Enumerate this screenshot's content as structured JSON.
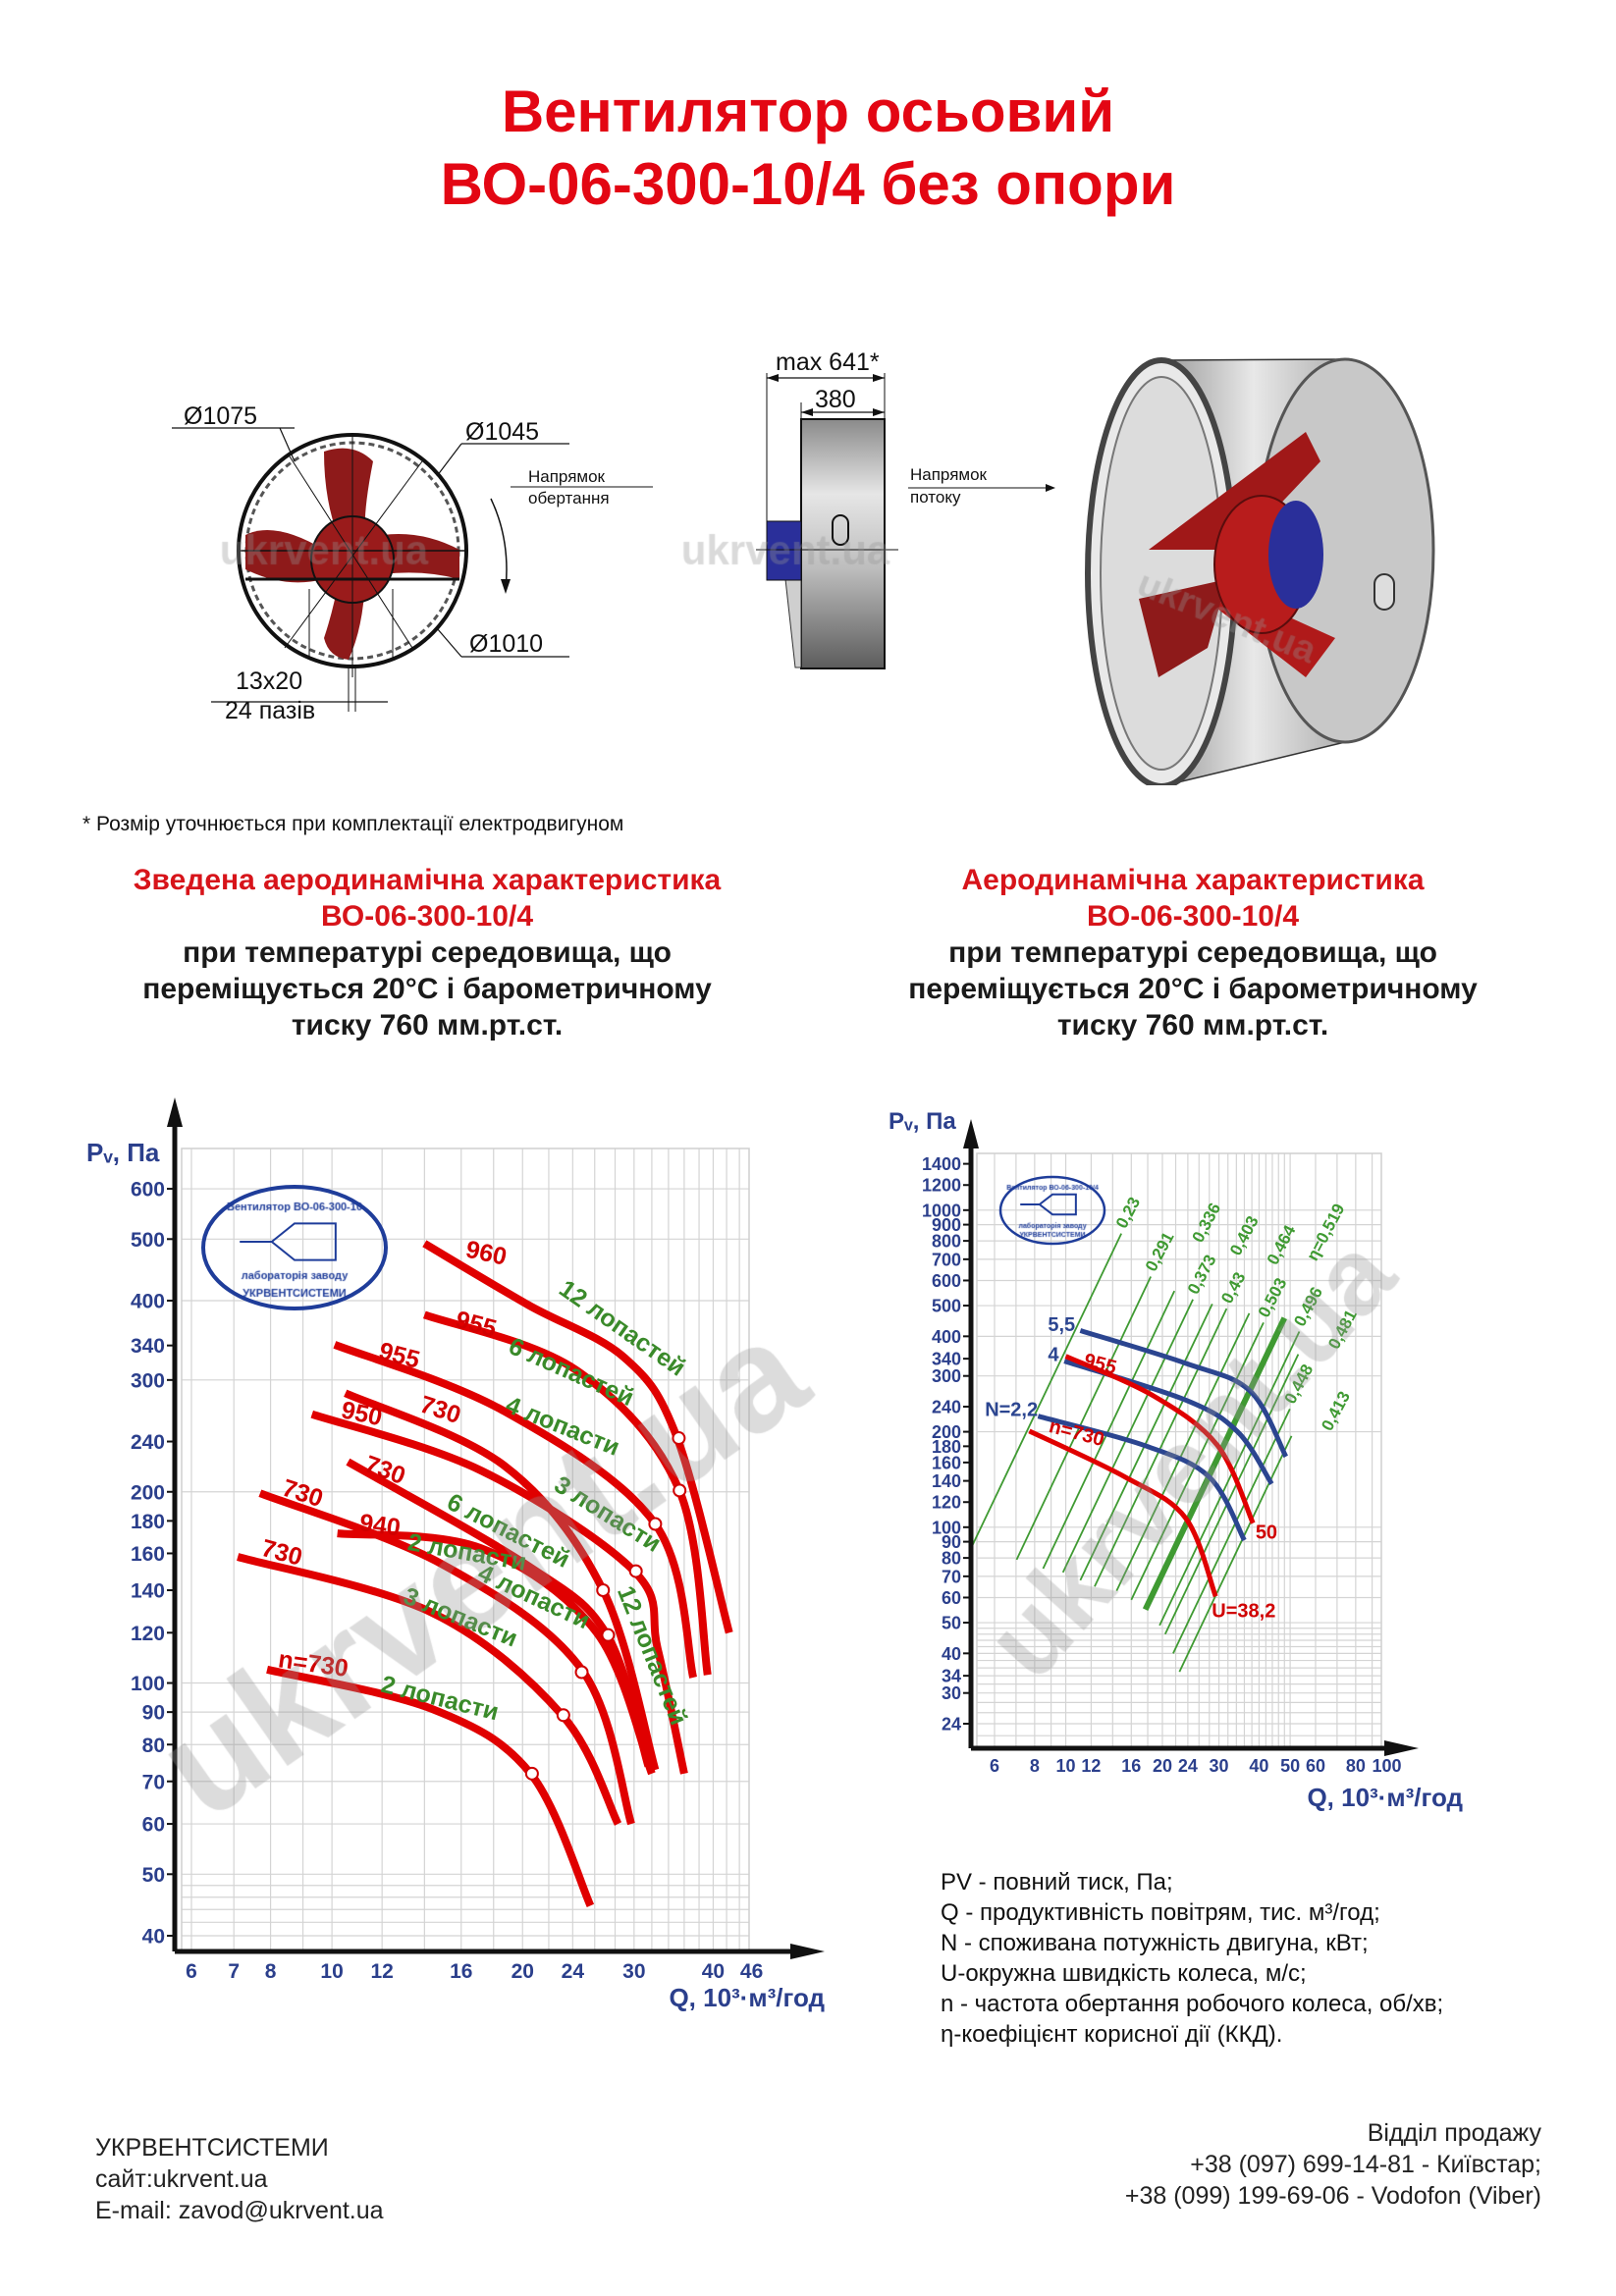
{
  "title": {
    "line1": "Вентилятор осьовий",
    "line2": "ВО-06-300-10/4 без опори"
  },
  "drawings": {
    "front": {
      "d1": "Ø1075",
      "d2": "Ø1045",
      "d3": "Ø1010",
      "slot_size": "13x20",
      "slot_count": "24 пазів",
      "rotation_label_1": "Напрямок",
      "rotation_label_2": "обертання"
    },
    "side": {
      "max_length": "max 641*",
      "length": "380",
      "flow_label_1": "Напрямок",
      "flow_label_2": "потоку"
    },
    "watermark": "ukrvent.ua",
    "colors": {
      "blade": "#8e1a1a",
      "housing": "#b5b5b5",
      "motor": "#2a2f9a"
    }
  },
  "footnote": "* Розмір уточнюється при комплектації електродвигуном",
  "left_heading": {
    "l1": "Зведена аеродинамічна характеристика",
    "l2": "ВО-06-300-10/4",
    "l3": "при температурі середовища, що",
    "l4": "переміщується 20°С і барометричному",
    "l5": "тиску 760 мм.рт.ст."
  },
  "right_heading": {
    "l1": "Аеродинамічна характеристика",
    "l2": "ВО-06-300-10/4",
    "l3": "при температурі середовища, що",
    "l4": "переміщується 20°С і барометричному",
    "l5": "тиску 760 мм.рт.ст."
  },
  "chart_data": [
    {
      "type": "line",
      "title": "Зведена аеродинамічна характеристика ВО-06-300-10/4",
      "xlabel": "Q, 10³·м³/год",
      "ylabel": "Pᵥ, Па",
      "xscale": "log",
      "yscale": "log",
      "xlim": [
        5.7,
        47
      ],
      "ylim": [
        38,
        700
      ],
      "grid": true,
      "xticks": [
        6,
        7,
        8,
        10,
        12,
        16,
        20,
        24,
        30,
        40,
        46
      ],
      "yticks": [
        40,
        50,
        60,
        70,
        80,
        90,
        100,
        120,
        140,
        160,
        180,
        200,
        240,
        300,
        340,
        400,
        500,
        600
      ],
      "logo": [
        "Вентилятор ВО-06-300-10",
        "лабораторія заводу",
        "УКРВЕНТСИСТЕМИ"
      ],
      "watermark": "ukrvent.ua",
      "series": [
        {
          "name": "960 об/хв, 12 лопастей",
          "color": "#e00000",
          "points": [
            [
              14.0,
              492
            ],
            [
              20.4,
              394
            ],
            [
              29,
              325
            ],
            [
              35.1,
              243
            ],
            [
              42.4,
              120
            ]
          ]
        },
        {
          "name": "955 об/хв, 6 лопастей",
          "color": "#e00000",
          "points": [
            [
              14.0,
              380
            ],
            [
              24.3,
              311
            ],
            [
              35.3,
              202
            ],
            [
              39.2,
              103
            ]
          ]
        },
        {
          "name": "955 об/хв, 4 лопасти",
          "color": "#e00000",
          "points": [
            [
              10.1,
              341
            ],
            [
              18.7,
              268
            ],
            [
              32.4,
              178
            ],
            [
              37.2,
              102
            ]
          ]
        },
        {
          "name": "950 об/хв, 3 лопасти",
          "color": "#e00000",
          "points": [
            [
              9.3,
              265
            ],
            [
              17.2,
              216
            ],
            [
              30,
              150
            ],
            [
              32.7,
              113
            ],
            [
              36,
              72
            ]
          ]
        },
        {
          "name": "730 об/хв, 12 лопастей",
          "color": "#e00000",
          "points": [
            [
              10.5,
              286
            ],
            [
              18.7,
              220
            ],
            [
              26.8,
              140
            ],
            [
              32.4,
              73
            ]
          ]
        },
        {
          "name": "730 об/хв, 6 лопастей",
          "color": "#e00000",
          "points": [
            [
              10.6,
              223
            ],
            [
              20.4,
              153
            ],
            [
              27.2,
              119
            ],
            [
              31.6,
              74
            ]
          ]
        },
        {
          "name": "940 об/хв, 2 лопасти",
          "color": "#e00000",
          "points": [
            [
              10.2,
              172
            ],
            [
              17.2,
              163
            ],
            [
              26.2,
              120
            ],
            [
              32,
              72
            ]
          ]
        },
        {
          "name": "730 об/хв, 4 лопасти",
          "color": "#e00000",
          "points": [
            [
              7.7,
              199
            ],
            [
              14.9,
              154
            ],
            [
              24.8,
              105
            ],
            [
              29.7,
              60
            ]
          ]
        },
        {
          "name": "730 об/хв, 3 лопасти",
          "color": "#e00000",
          "points": [
            [
              7.1,
              158
            ],
            [
              14.4,
              129
            ],
            [
              23.1,
              89
            ],
            [
              28.3,
              60
            ]
          ]
        },
        {
          "name": "730 об/хв, 2 лопасти",
          "color": "#e00000",
          "points": [
            [
              7.9,
              105
            ],
            [
              14.4,
              91
            ],
            [
              20.6,
              72
            ],
            [
              25.6,
              44.6
            ]
          ]
        }
      ],
      "markers": [
        [
          35.3,
          243
        ],
        [
          35.4,
          201
        ],
        [
          32.4,
          178
        ],
        [
          30.2,
          150
        ],
        [
          26.8,
          140
        ],
        [
          27.3,
          119
        ],
        [
          24.8,
          104
        ],
        [
          23.2,
          89
        ],
        [
          20.7,
          72
        ]
      ],
      "labels": [
        {
          "text": "960",
          "color": "#d00000",
          "at": [
            16.2,
            469
          ]
        },
        {
          "text": "12 лопастей",
          "color": "#3a8a2a",
          "at": [
            22.7,
            412
          ]
        },
        {
          "text": "955",
          "color": "#d00000",
          "at": [
            15.6,
            364
          ]
        },
        {
          "text": "6 лопастей",
          "color": "#3a8a2a",
          "at": [
            18.9,
            332
          ]
        },
        {
          "text": "955",
          "color": "#d00000",
          "at": [
            11.8,
            325
          ]
        },
        {
          "text": "4 лопасти",
          "color": "#3a8a2a",
          "at": [
            18.7,
            268
          ]
        },
        {
          "text": "950",
          "color": "#d00000",
          "at": [
            10.3,
            262
          ]
        },
        {
          "text": "730",
          "color": "#d00000",
          "at": [
            13.7,
            268
          ]
        },
        {
          "text": "3 лопасти",
          "color": "#3a8a2a",
          "at": [
            22.3,
            202
          ]
        },
        {
          "text": "730",
          "color": "#d00000",
          "at": [
            11.2,
            216
          ]
        },
        {
          "text": "6 лопастей",
          "color": "#3a8a2a",
          "at": [
            15.1,
            189
          ]
        },
        {
          "text": "12 лопастей",
          "color": "#3a8a2a",
          "at": [
            28.2,
            140
          ]
        },
        {
          "text": "730",
          "color": "#d00000",
          "at": [
            8.3,
            198
          ]
        },
        {
          "text": "940",
          "color": "#d00000",
          "at": [
            11.5,
            174
          ]
        },
        {
          "text": "2 лопасти",
          "color": "#3a8a2a",
          "at": [
            13.6,
            168
          ]
        },
        {
          "text": "4 лопасти",
          "color": "#3a8a2a",
          "at": [
            16.9,
            146
          ]
        },
        {
          "text": "730",
          "color": "#d00000",
          "at": [
            7.7,
            159
          ]
        },
        {
          "text": "3 лопасти",
          "color": "#3a8a2a",
          "at": [
            12.9,
            134
          ]
        },
        {
          "text": "n=730",
          "color": "#d00000",
          "at": [
            8.2,
            106
          ]
        },
        {
          "text": "2 лопасти",
          "color": "#3a8a2a",
          "at": [
            11.9,
            97
          ]
        }
      ]
    },
    {
      "type": "line",
      "title": "Аеродинамічна характеристика ВО-06-300-10/4",
      "xlabel": "Q, 10³·м³/год",
      "ylabel": "Pᵥ, Па",
      "xscale": "log",
      "yscale": "log",
      "xlim": [
        5,
        100
      ],
      "ylim": [
        22,
        1450
      ],
      "grid": true,
      "xticks": [
        6,
        8,
        10,
        12,
        16,
        20,
        24,
        30,
        40,
        50,
        60,
        80,
        100
      ],
      "yticks": [
        24,
        30,
        34,
        40,
        50,
        60,
        70,
        80,
        90,
        100,
        120,
        140,
        160,
        180,
        200,
        240,
        300,
        340,
        400,
        500,
        600,
        700,
        800,
        900,
        1000,
        1200,
        1400
      ],
      "logo": [
        "Вентилятор ВО-06-300-10/4",
        "лабораторія заводу",
        "УКРВЕНТСИСТЕМИ"
      ],
      "watermark": "ukrvent.ua",
      "efficiency_lines": [
        {
          "eta": "0,23",
          "from": [
            5.1,
            87
          ],
          "to": [
            14.9,
            844
          ]
        },
        {
          "eta": "0,291",
          "from": [
            7.03,
            79
          ],
          "to": [
            18.4,
            617
          ]
        },
        {
          "eta": "0,336",
          "from": [
            8.5,
            74
          ],
          "to": [
            21.8,
            556
          ]
        },
        {
          "eta": "0,373",
          "from": [
            9.8,
            72
          ],
          "to": [
            24.9,
            523
          ]
        },
        {
          "eta": "0,403",
          "from": [
            11.1,
            68
          ],
          "to": [
            28.6,
            506
          ]
        },
        {
          "eta": "0,43",
          "from": [
            12.3,
            65
          ],
          "to": [
            31.7,
            489
          ]
        },
        {
          "eta": "0,464",
          "from": [
            14.4,
            63
          ],
          "to": [
            37.3,
            473
          ]
        },
        {
          "eta": "0,503",
          "from": [
            16,
            59
          ],
          "to": [
            41.3,
            442
          ]
        },
        {
          "eta": "η=0,519",
          "from": [
            17.7,
            55
          ],
          "to": [
            48,
            457
          ],
          "bold": true
        },
        {
          "eta": "0,496",
          "from": [
            19.6,
            49
          ],
          "to": [
            53.4,
            414
          ]
        },
        {
          "eta": "0,481",
          "from": [
            20.4,
            46
          ],
          "to": [
            53,
            351
          ]
        },
        {
          "eta": "0,448",
          "from": [
            21.6,
            40
          ],
          "to": [
            49.9,
            236
          ]
        },
        {
          "eta": "0,413",
          "from": [
            22.6,
            35
          ],
          "to": [
            50.5,
            194
          ]
        }
      ],
      "series": [
        {
          "name": "N=5,5 кВт",
          "color": "#2b4590",
          "points": [
            [
              11.1,
              417
            ],
            [
              23.6,
              329
            ],
            [
              37.5,
              269
            ],
            [
              48.5,
              167
            ]
          ]
        },
        {
          "name": "N=4 кВт",
          "color": "#2b4590",
          "points": [
            [
              9.9,
              334
            ],
            [
              23.6,
              252
            ],
            [
              34.3,
              200
            ],
            [
              43.8,
              137
            ]
          ]
        },
        {
          "name": "n=955 об/хв",
          "color": "#e00000",
          "points": [
            [
              10,
              346
            ],
            [
              18.7,
              260
            ],
            [
              29.7,
              181
            ],
            [
              38.3,
              103
            ]
          ]
        },
        {
          "name": "N=2,2 кВт",
          "color": "#2b4590",
          "points": [
            [
              8.2,
              224
            ],
            [
              17.6,
              181
            ],
            [
              28,
              144
            ],
            [
              36,
              91
            ]
          ]
        },
        {
          "name": "n=730 об/хв",
          "color": "#e00000",
          "points": [
            [
              7.7,
              201
            ],
            [
              15.3,
              144
            ],
            [
              23.6,
              107
            ],
            [
              29.3,
              60.5
            ]
          ]
        }
      ],
      "labels": [
        {
          "text": "5,5",
          "color": "#2b4590",
          "at": [
            8.8,
            415
          ]
        },
        {
          "text": "4",
          "color": "#2b4590",
          "at": [
            8.8,
            334
          ]
        },
        {
          "text": "955",
          "color": "#d00000",
          "at": [
            11.3,
            323
          ]
        },
        {
          "text": "N=2,2",
          "color": "#2b4590",
          "at": [
            5.6,
            224
          ]
        },
        {
          "text": "n=730",
          "color": "#d00000",
          "at": [
            8.2,
            200
          ]
        },
        {
          "text": "50",
          "color": "#d00000",
          "at": [
            39,
            92
          ]
        },
        {
          "text": "U=38,2",
          "color": "#d00000",
          "at": [
            28.5,
            52
          ]
        }
      ]
    }
  ],
  "legend": [
    "PV - повний тиск, Па;",
    "Q - продуктивність повітрям, тис. м³/год;",
    "N - споживана потужність двигуна, кВт;",
    "U-окружна швидкість колеса, м/с;",
    "n - частота обертання робочого колеса, об/хв;",
    "η-коефіцієнт корисної дії (ККД)."
  ],
  "footer": {
    "company": "УКРВЕНТСИСТЕМИ",
    "site": "сайт:ukrvent.ua",
    "email": "E-mail: zavod@ukrvent.ua",
    "sales_title": "Відділ продажу",
    "phone1": "+38 (097) 699-14-81 - Київстар;",
    "phone2": "+38 (099) 199-69-06 - Vodofon (Viber)"
  }
}
